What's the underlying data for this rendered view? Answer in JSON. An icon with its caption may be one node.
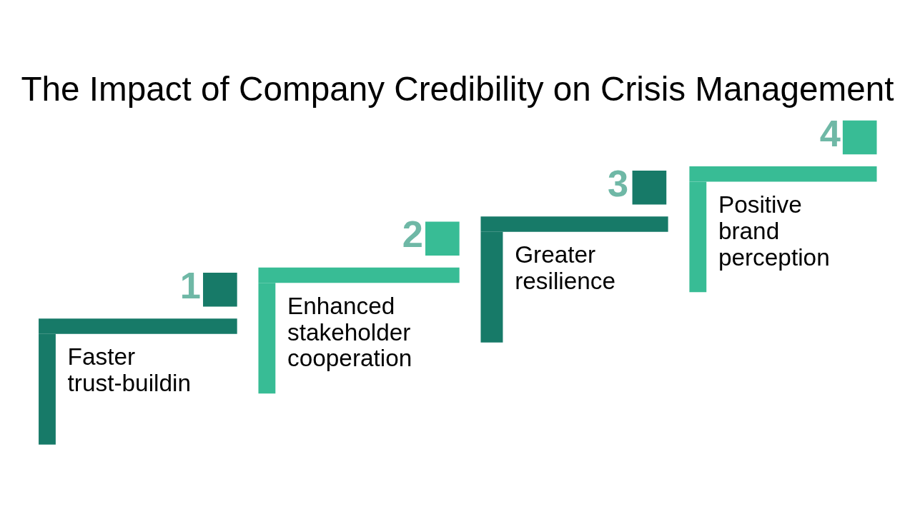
{
  "diagram": {
    "title": "The Impact of Company Credibility on Crisis Management",
    "nodes": [
      {
        "text": [
          "1",
          "Faster trust-buildin"
        ]
      },
      {
        "text": [
          "2",
          "Enhanced stakeholder cooperation"
        ]
      },
      {
        "text": [
          "3",
          "Greater resilience"
        ]
      },
      {
        "text": [
          "4",
          "Positive brand perception"
        ]
      }
    ]
  }
}
